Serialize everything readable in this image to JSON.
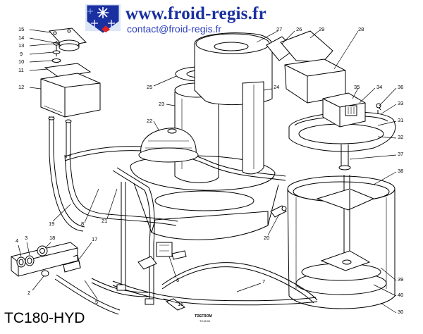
{
  "header": {
    "site_url": "www.froid-regis.fr",
    "contact": "contact@froid-regis.fr"
  },
  "model": "TC180-HYD",
  "manufacturer_mark": "TDEFROM",
  "reference_code": "TC18 01",
  "colors": {
    "brand_blue": "#1a2fa0",
    "line": "#000000",
    "callout": "#000000"
  },
  "callouts": [
    {
      "label": "15"
    },
    {
      "label": "14"
    },
    {
      "label": "13"
    },
    {
      "label": "9"
    },
    {
      "label": "10"
    },
    {
      "label": "11"
    },
    {
      "label": "12"
    },
    {
      "label": "19"
    },
    {
      "label": "8"
    },
    {
      "label": "21"
    },
    {
      "label": "4"
    },
    {
      "label": "3"
    },
    {
      "label": "18"
    },
    {
      "label": "17"
    },
    {
      "label": "2"
    },
    {
      "label": "5"
    },
    {
      "label": "6"
    },
    {
      "label": "16"
    },
    {
      "label": "7"
    },
    {
      "label": "20"
    },
    {
      "label": "25"
    },
    {
      "label": "23"
    },
    {
      "label": "22"
    },
    {
      "label": "27"
    },
    {
      "label": "26"
    },
    {
      "label": "29"
    },
    {
      "label": "28"
    },
    {
      "label": "24"
    },
    {
      "label": "35"
    },
    {
      "label": "34"
    },
    {
      "label": "36"
    },
    {
      "label": "33"
    },
    {
      "label": "31"
    },
    {
      "label": "32"
    },
    {
      "label": "37"
    },
    {
      "label": "38"
    },
    {
      "label": "39"
    },
    {
      "label": "40"
    },
    {
      "label": "30"
    }
  ]
}
